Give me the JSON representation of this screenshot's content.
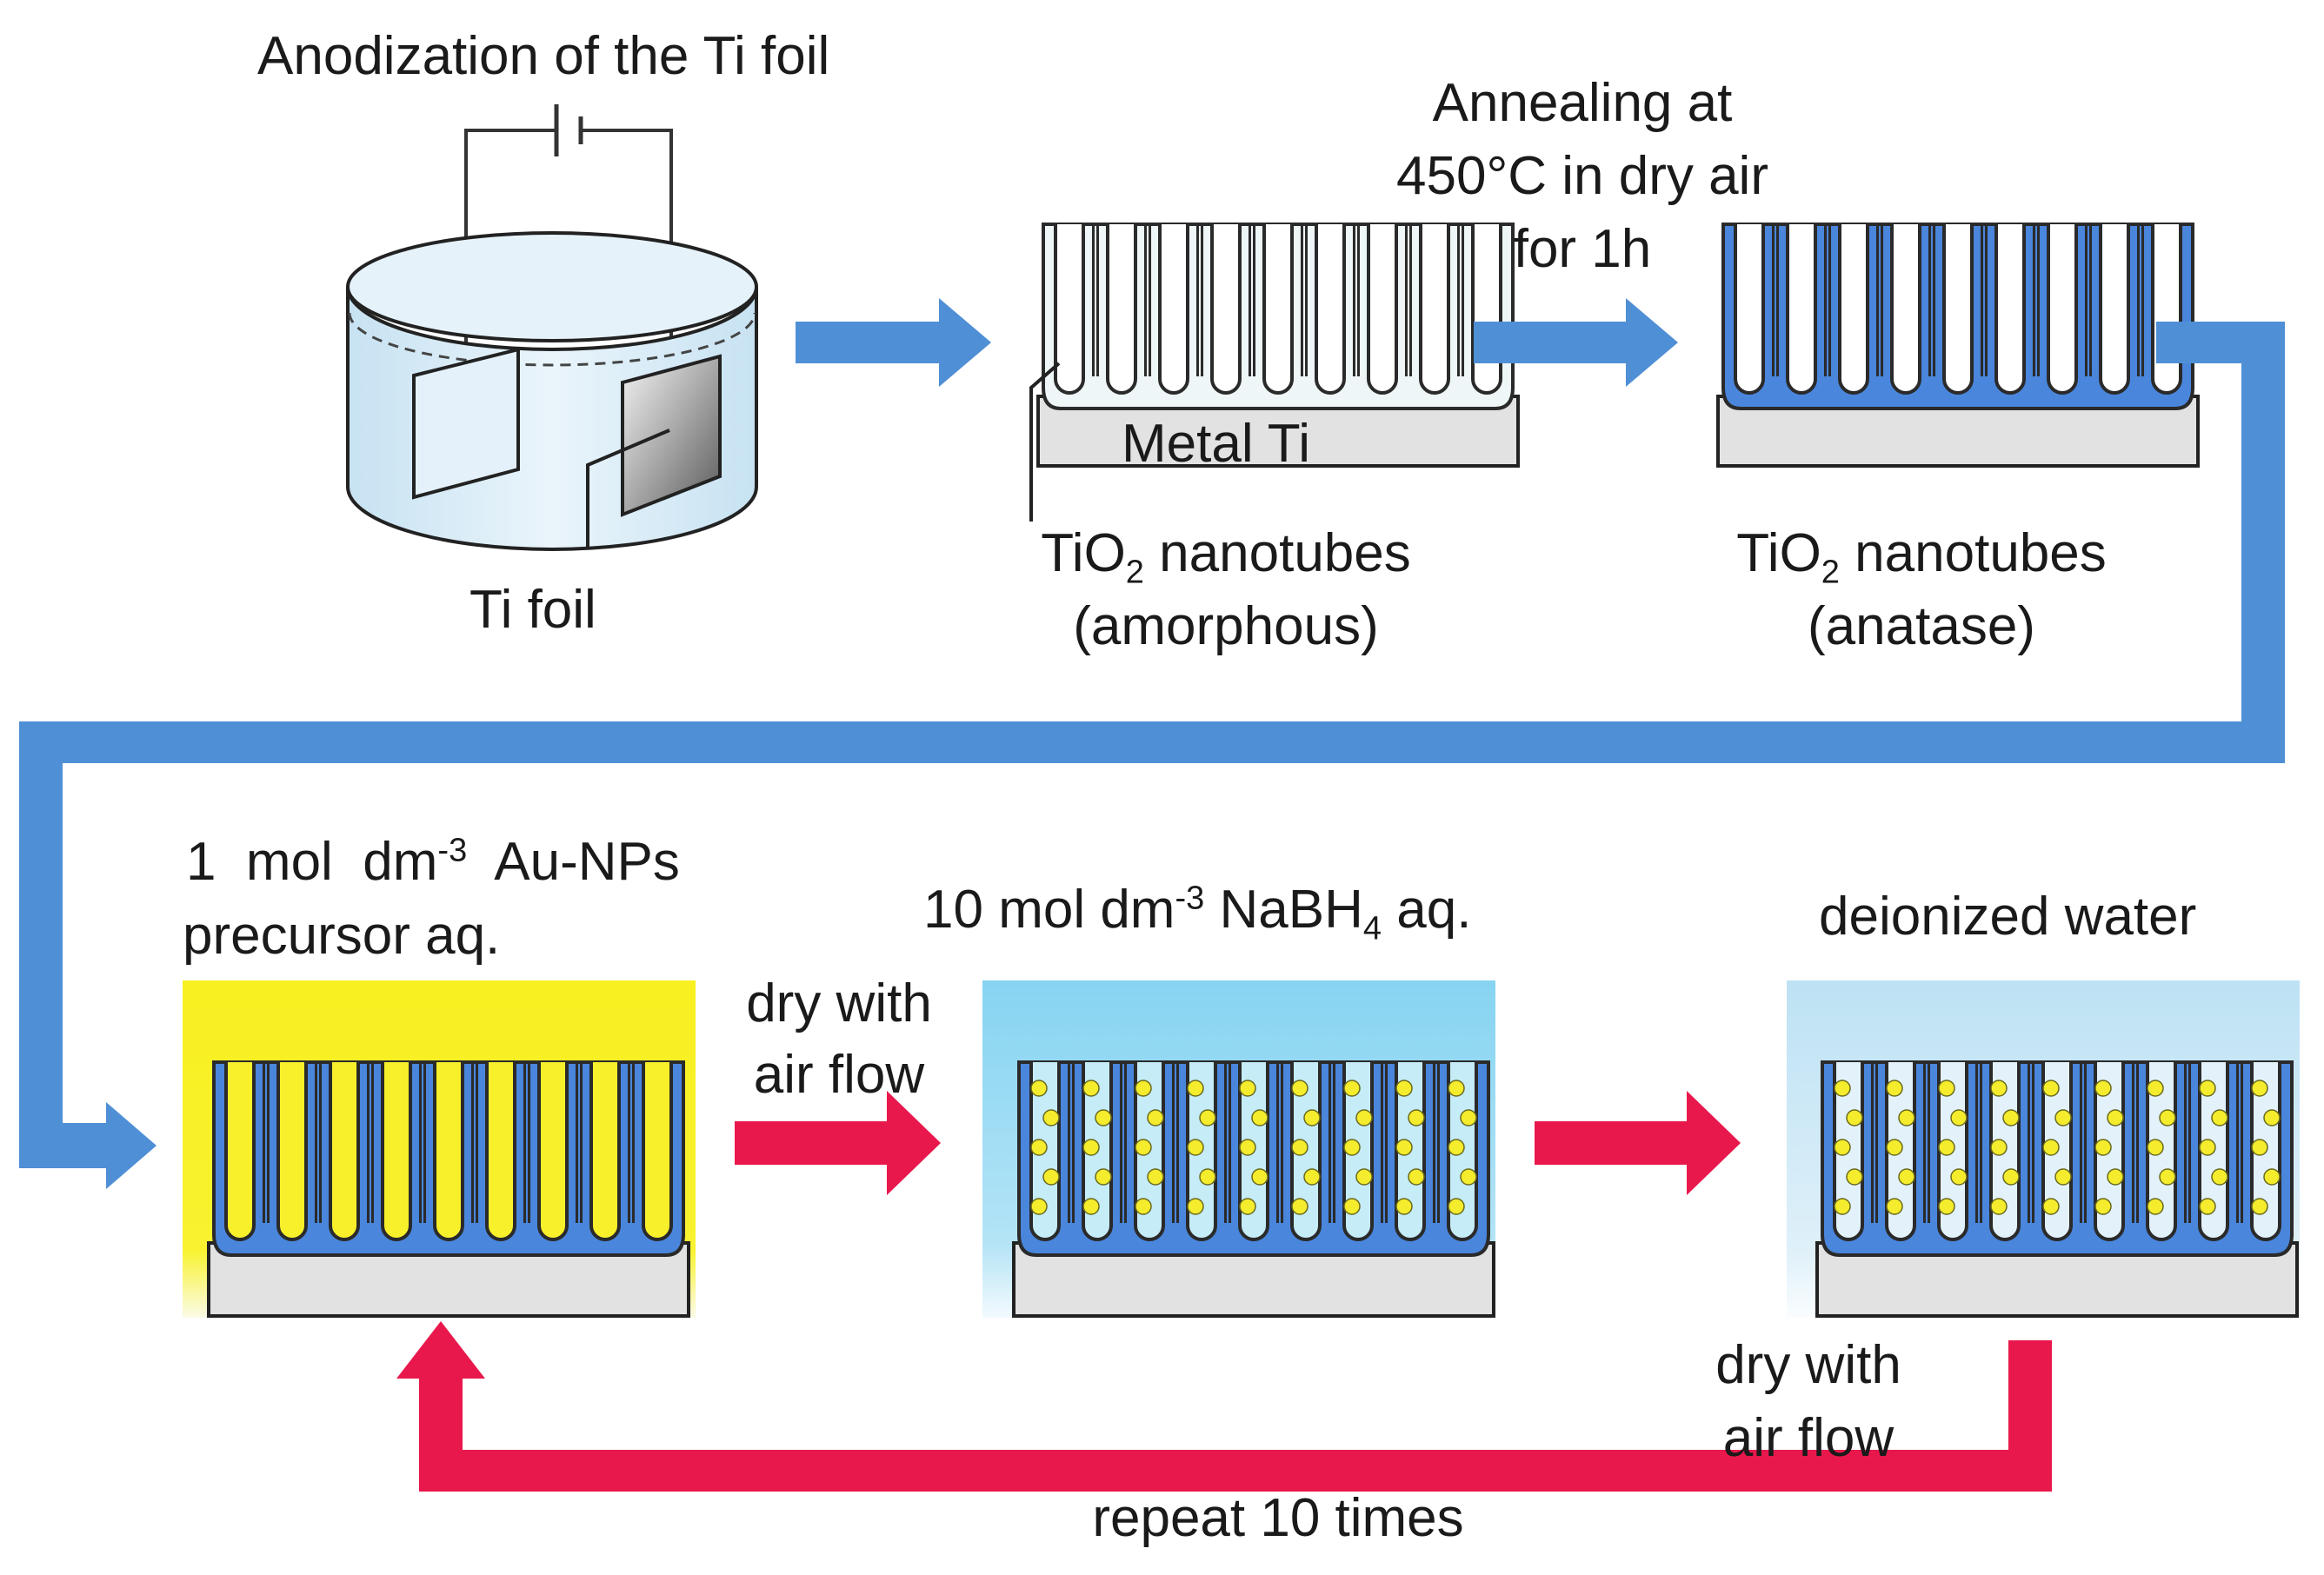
{
  "labels": {
    "anodization_title": "Anodization of the Ti foil",
    "ti_foil": "Ti foil",
    "metal_ti": "Metal Ti",
    "annealing_line1": "Annealing at",
    "annealing_line2": "450°C in dry air",
    "annealing_line3": "for 1h",
    "tio2_prefix": "TiO",
    "tio2_subscript": "2",
    "nanotubes_word": "nanotubes",
    "amorphous": "(amorphous)",
    "anatase": "(anatase)",
    "precursor_line1_prefix": "1  mol  dm",
    "precursor_line1_exp": "-3",
    "precursor_line1_suffix": "  Au-NPs",
    "precursor_line2": "precursor aq.",
    "nabh4_prefix": "10 mol dm",
    "nabh4_exp": "-3",
    "nabh4_mid": " NaBH",
    "nabh4_sub": "4",
    "nabh4_suffix": " aq.",
    "deionized_water": "deionized water",
    "dry_line1": "dry with",
    "dry_line2": "air flow",
    "repeat": "repeat 10 times"
  },
  "colors": {
    "blue_arrow": "#4f8fd6",
    "red_arrow": "#e8184d",
    "nanotube_fill": "#4a86dc",
    "nanotube_amorphous": "#eef6f7",
    "substrate": "#e2e2e2",
    "yellow_solution": "#f7f028",
    "blue_solution": "#8fd8f2",
    "light_water": "#c6e6f6",
    "au_particle": "#f4ec2c"
  }
}
